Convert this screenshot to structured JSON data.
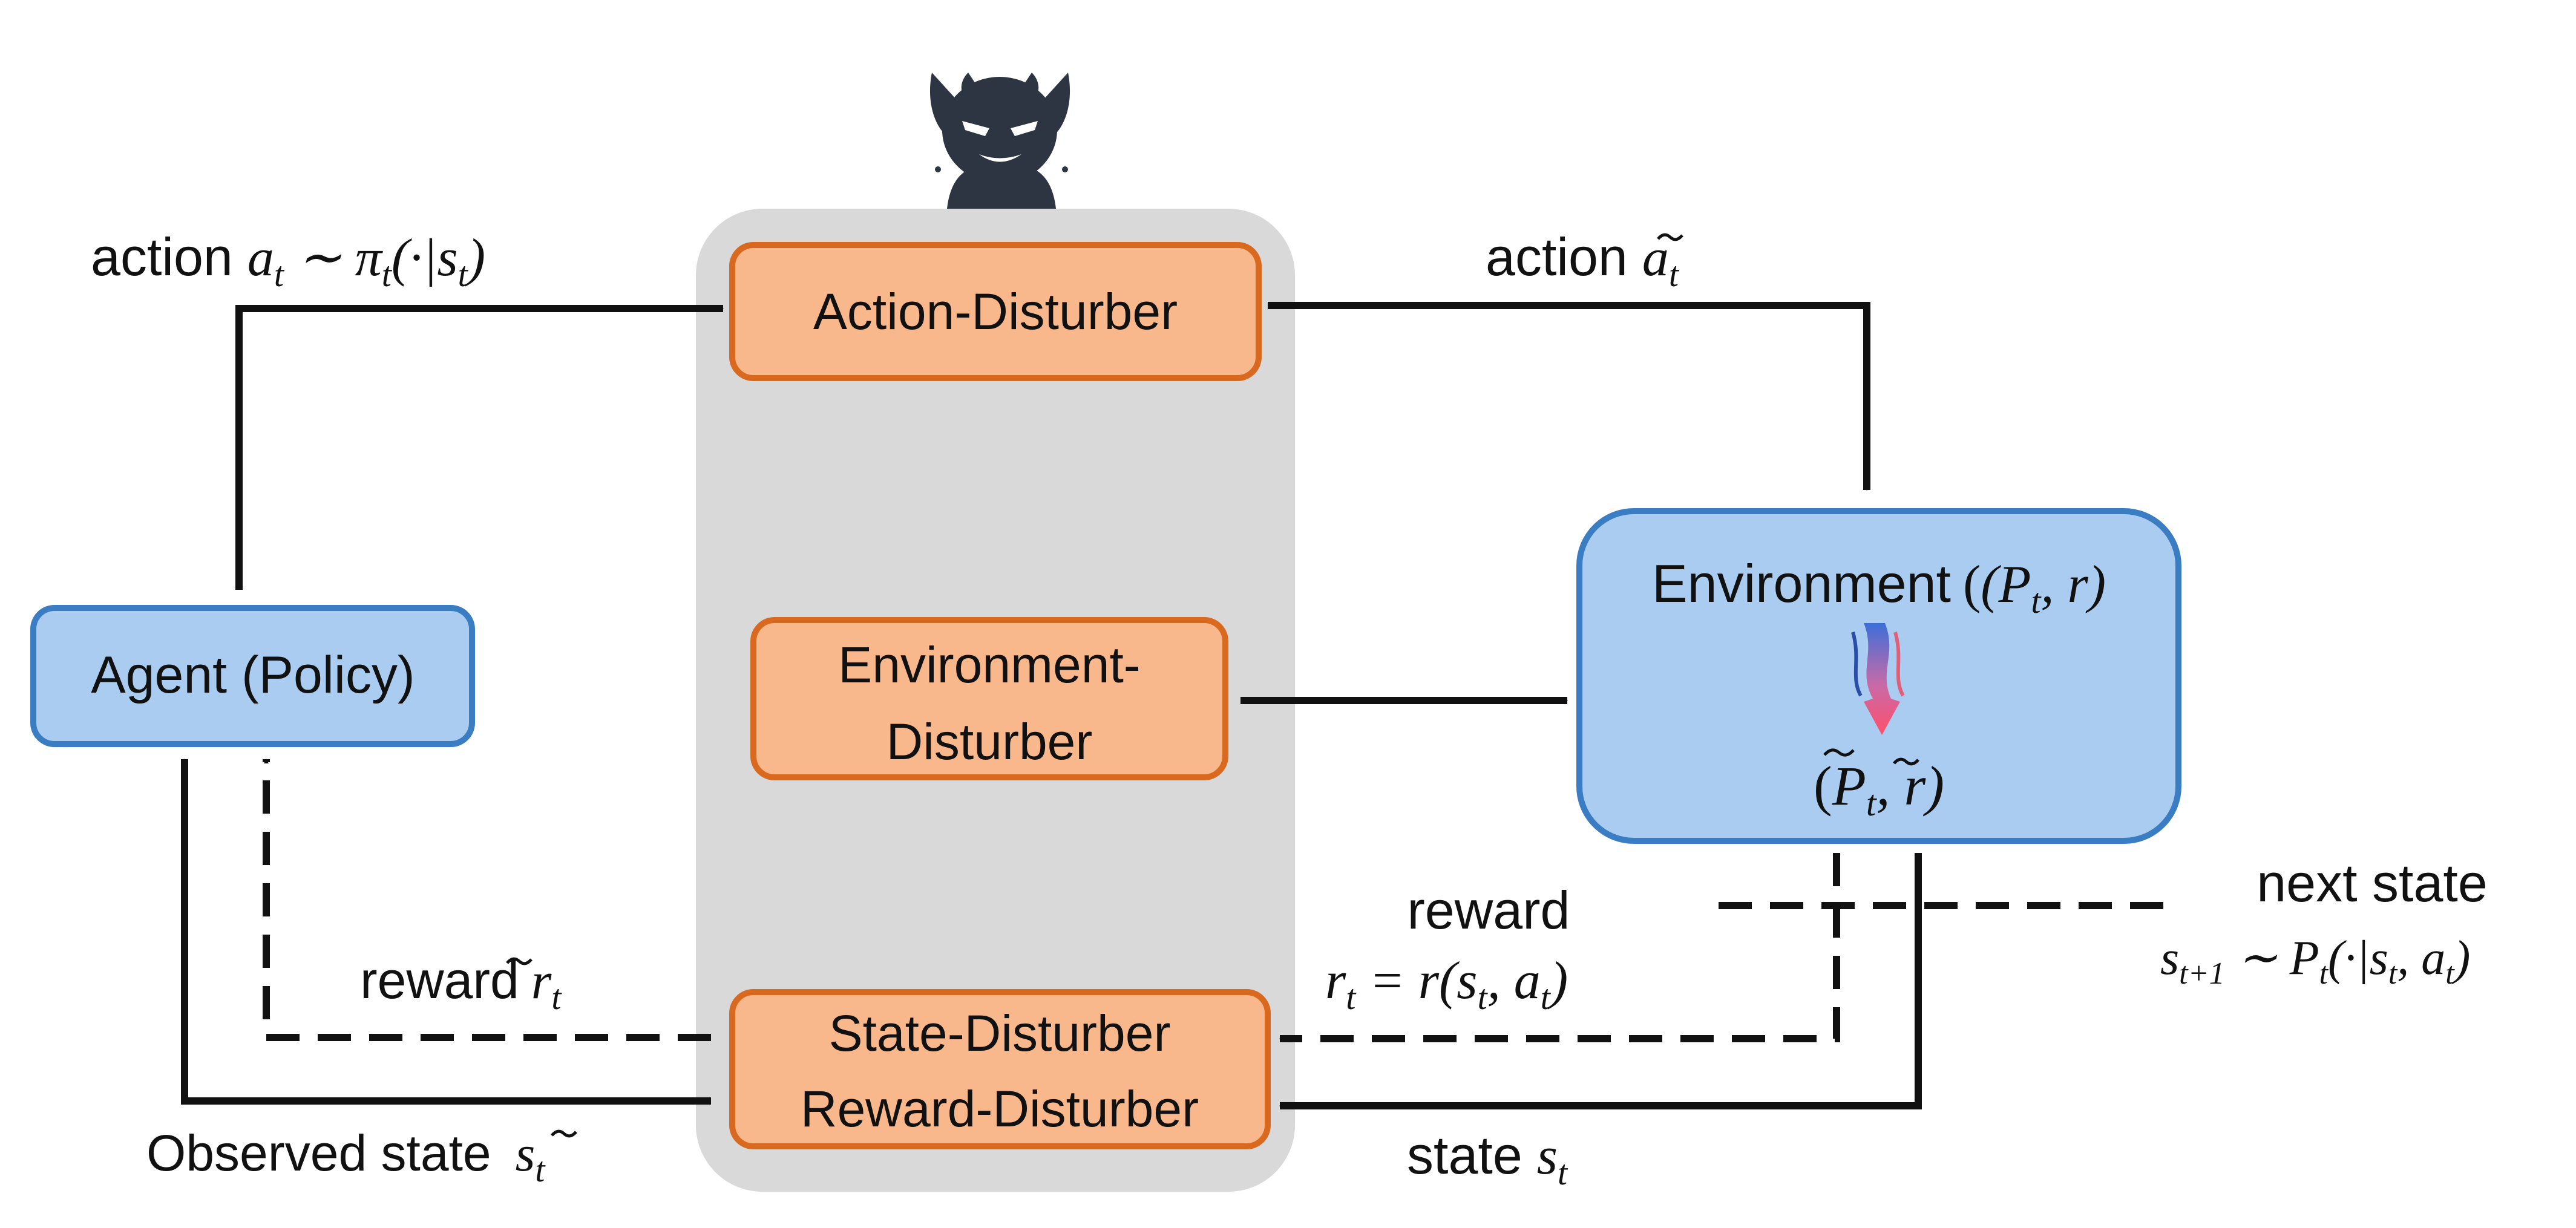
{
  "colors": {
    "panel": "#d9d9d9",
    "disturber_fill": "#f8b88b",
    "disturber_stroke": "#d9691f",
    "blue_fill": "#a9ccf0",
    "blue_stroke": "#3b7dc3",
    "line": "#111111",
    "devil": "#2e3542"
  },
  "icons": {
    "adversary": "devil-icon",
    "perturb": "perturbation-arrow-icon"
  },
  "boxes": {
    "action_disturber": "Action-Disturber",
    "env_disturber_line1": "Environment-",
    "env_disturber_line2": "Disturber",
    "state_disturber": "State-Disturber",
    "reward_disturber": "Reward-Disturber",
    "agent": "Agent (Policy)",
    "environment_word": "Environment",
    "environment_params": "(P",
    "environment_params_sub": "t",
    "environment_params_tail": ", r)",
    "perturbed_params_open": "(",
    "perturbed_params_P": "P",
    "perturbed_params_sub": "t",
    "perturbed_params_tail": ", r)"
  },
  "labels": {
    "action_in_word": "action",
    "action_in_math": "a",
    "action_in_math_sub": "t",
    "action_in_math_tail": " ∼ π",
    "action_in_math_sub2": "t",
    "action_in_math_tail2": "(·|s",
    "action_in_math_sub3": "t",
    "action_in_math_close": ")",
    "action_out_word": "action",
    "action_out_math": "a",
    "action_out_math_sub": "t",
    "reward_agent_word": "reward",
    "reward_agent_math": "r",
    "reward_agent_math_sub": "t",
    "observed_word": "Observed state",
    "observed_math": "s",
    "observed_math_sub": "t",
    "reward_env_word": "reward",
    "reward_env_math": "r",
    "reward_env_math_sub": "t",
    "reward_env_math_tail": " = r(s",
    "reward_env_math_sub2": "t",
    "reward_env_math_tail2": ", a",
    "reward_env_math_sub3": "t",
    "reward_env_math_close": ")",
    "state_word": "state",
    "state_math": "s",
    "state_math_sub": "t",
    "next_state_word": "next state",
    "next_state_math": "s",
    "next_state_math_sub": "t+1",
    "next_state_math_tail": " ∼ P",
    "next_state_math_sub2": "t",
    "next_state_math_tail2": "(·|s",
    "next_state_math_sub3": "t",
    "next_state_math_tail3": ", a",
    "next_state_math_sub4": "t",
    "next_state_math_close": ")"
  }
}
